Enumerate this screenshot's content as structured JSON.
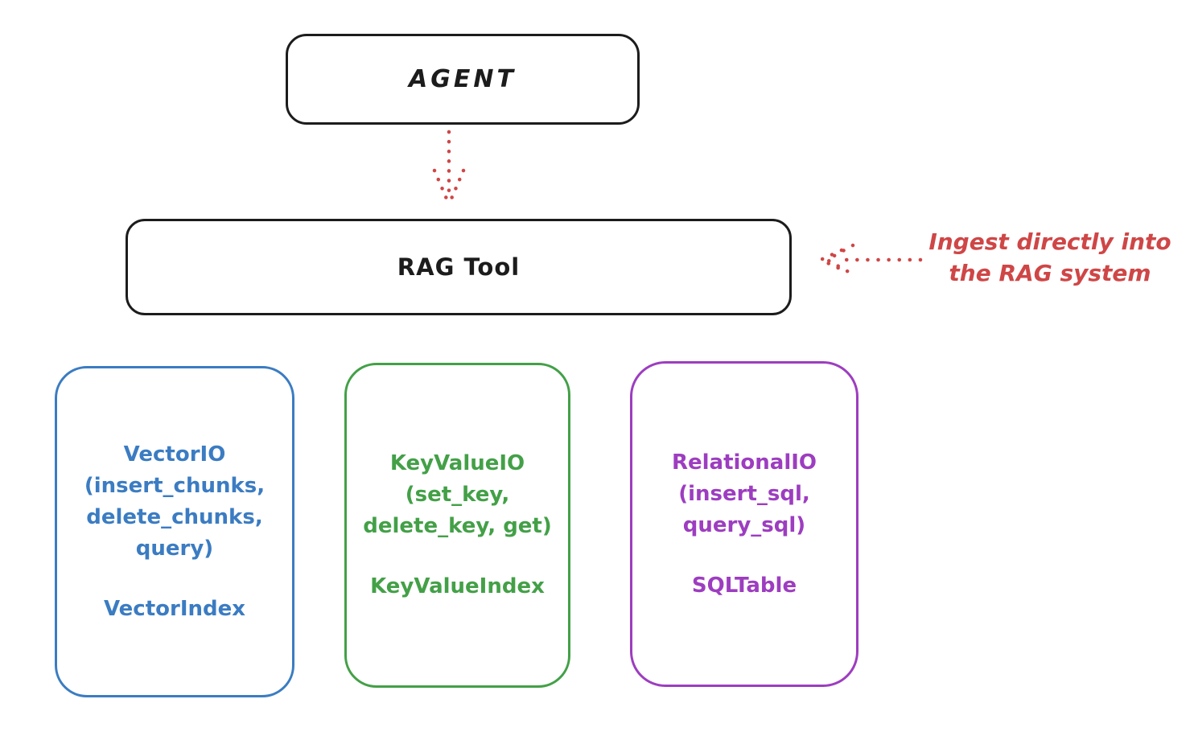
{
  "diagram": {
    "agent_box": {
      "label": "AGENT"
    },
    "rag_tool_box": {
      "label": "RAG Tool"
    },
    "annotation": {
      "line1": "Ingest directly into",
      "line2": "the RAG system"
    },
    "io_boxes": [
      {
        "name": "VectorIO",
        "lines": [
          "VectorIO",
          "(insert_chunks,",
          "delete_chunks,",
          "query)"
        ],
        "index_label": "VectorIndex",
        "color": "#3b7cc2"
      },
      {
        "name": "KeyValueIO",
        "lines": [
          "KeyValueIO",
          "(set_key,",
          "delete_key, get)"
        ],
        "index_label": "KeyValueIndex",
        "color": "#43a047"
      },
      {
        "name": "RelationalIO",
        "lines": [
          "RelationalIO",
          "(insert_sql,",
          "query_sql)"
        ],
        "index_label": "SQLTable",
        "color": "#9d3dc0"
      }
    ],
    "colors": {
      "stroke": "#1c1c1c",
      "annotation_red": "#cf4646",
      "vector_blue": "#3b7cc2",
      "keyvalue_green": "#43a047",
      "relational_purple": "#9d3dc0"
    }
  }
}
